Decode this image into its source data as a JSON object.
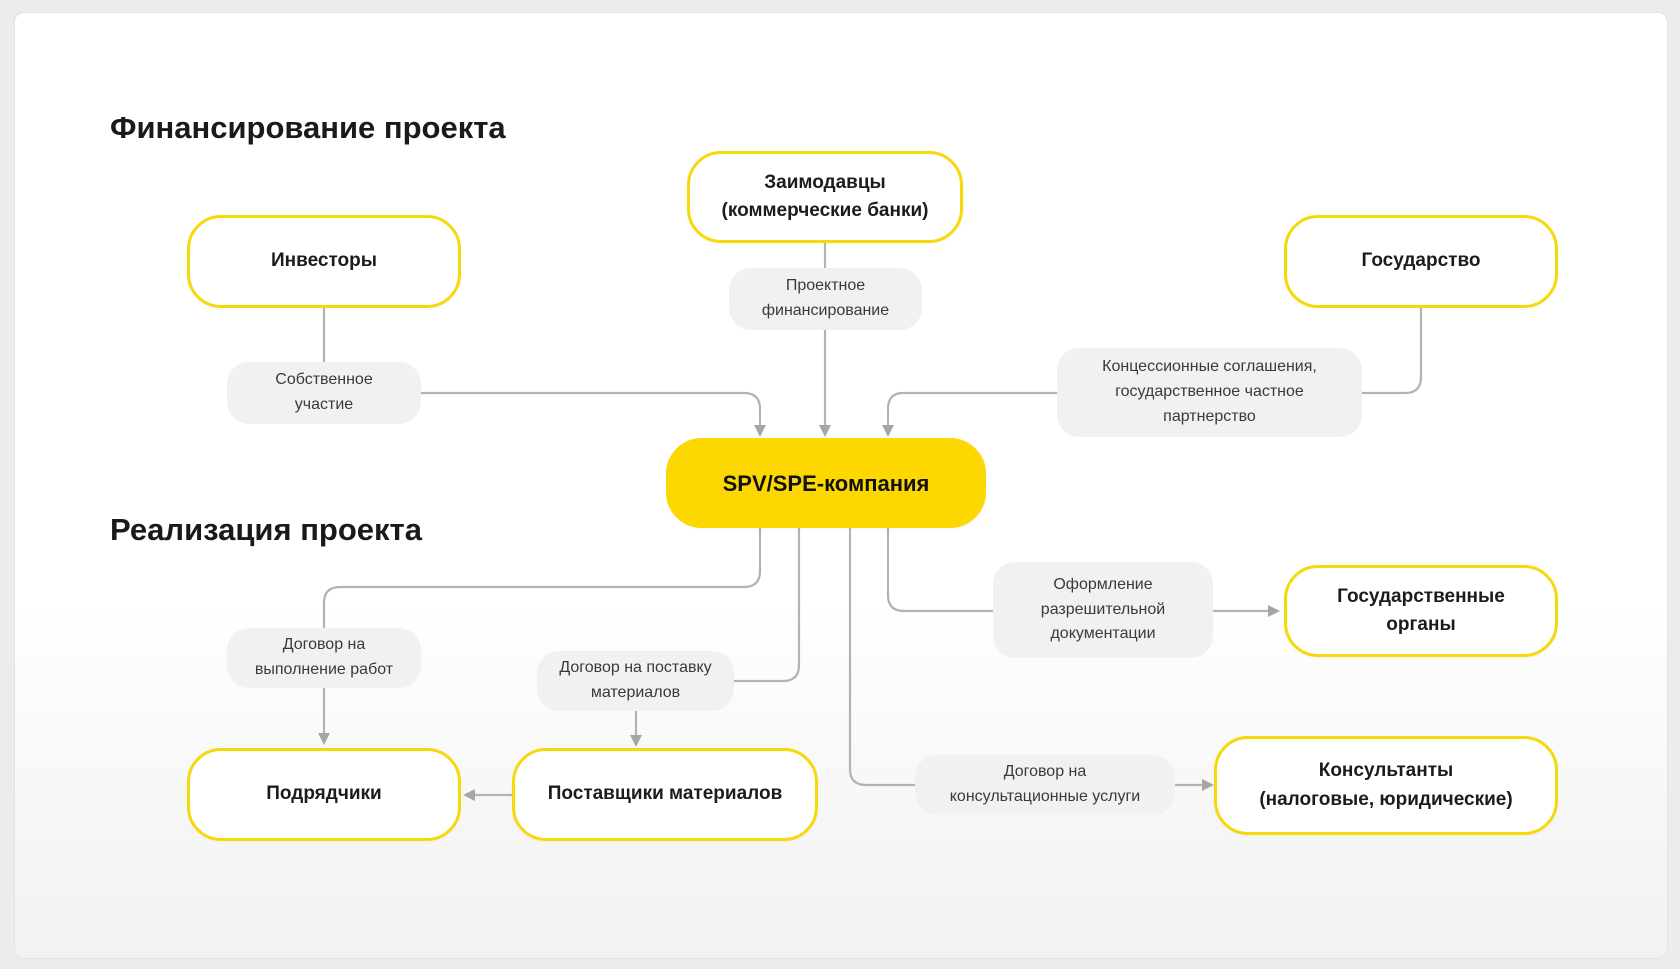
{
  "sections": {
    "financing": "Финансирование проекта",
    "implementation": "Реализация проекта"
  },
  "nodes": {
    "center": "SPV/SPE-компания",
    "lenders": "Заимодавцы\n(коммерческие банки)",
    "investors": "Инвесторы",
    "state": "Государство",
    "gov_bodies": "Государственные\nорганы",
    "contractors": "Подрядчики",
    "suppliers": "Поставщики материалов",
    "consultants": "Консультанты\n(налоговые, юридические)"
  },
  "edge_labels": {
    "project_financing": "Проектное\nфинансирование",
    "own_participation": "Собственное\nучастие",
    "concession": "Концессионные соглашения,\nгосударственное частное\nпартнерство",
    "permits": "Оформление\nразрешительной\nдокументации",
    "works_contract": "Договор на\nвыполнение работ",
    "supply_contract": "Договор на поставку\nматериалов",
    "consulting_contract": "Договор на\nконсультационные услуги"
  },
  "colors": {
    "accent_yellow": "#fcd800",
    "node_border": "#f5d90a",
    "connector": "#b3b3b3",
    "label_bg": "#f1f1f1"
  }
}
